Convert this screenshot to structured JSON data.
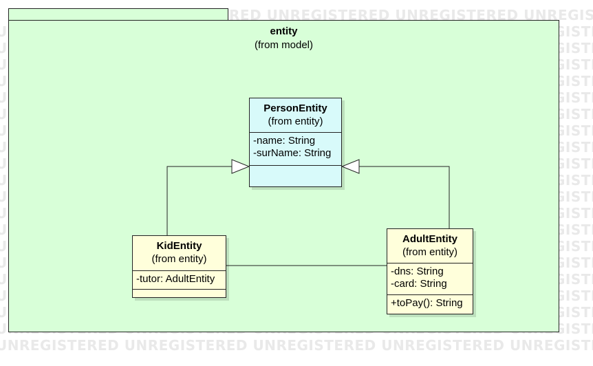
{
  "watermark": {
    "text": "UNREGISTERED UNREGISTERED UNREGISTERED UNREGISTERED UNREGISTERED UNREGISTERED",
    "text_offset": "RED UNREGISTERED UNREGISTERED UNREGISTERED UNREGISTERED UNREGISTERED",
    "short": "UNRE"
  },
  "package": {
    "name": "entity",
    "origin": "(from model)",
    "fill": "#d8ffd8"
  },
  "classes": {
    "person": {
      "name": "PersonEntity",
      "origin": "(from entity)",
      "fill": "#d8fafa",
      "attributes": [
        "-name: String",
        "-surName: String"
      ],
      "operations": []
    },
    "kid": {
      "name": "KidEntity",
      "origin": "(from entity)",
      "fill": "#ffffdb",
      "attributes": [
        "-tutor: AdultEntity"
      ],
      "operations": []
    },
    "adult": {
      "name": "AdultEntity",
      "origin": "(from entity)",
      "fill": "#ffffdb",
      "attributes": [
        "-dns: String",
        "-card: String"
      ],
      "operations": [
        "+toPay(): String"
      ]
    }
  },
  "relations": [
    {
      "type": "generalization",
      "from": "KidEntity",
      "to": "PersonEntity"
    },
    {
      "type": "generalization",
      "from": "AdultEntity",
      "to": "PersonEntity"
    },
    {
      "type": "association",
      "from": "KidEntity",
      "to": "AdultEntity"
    }
  ]
}
